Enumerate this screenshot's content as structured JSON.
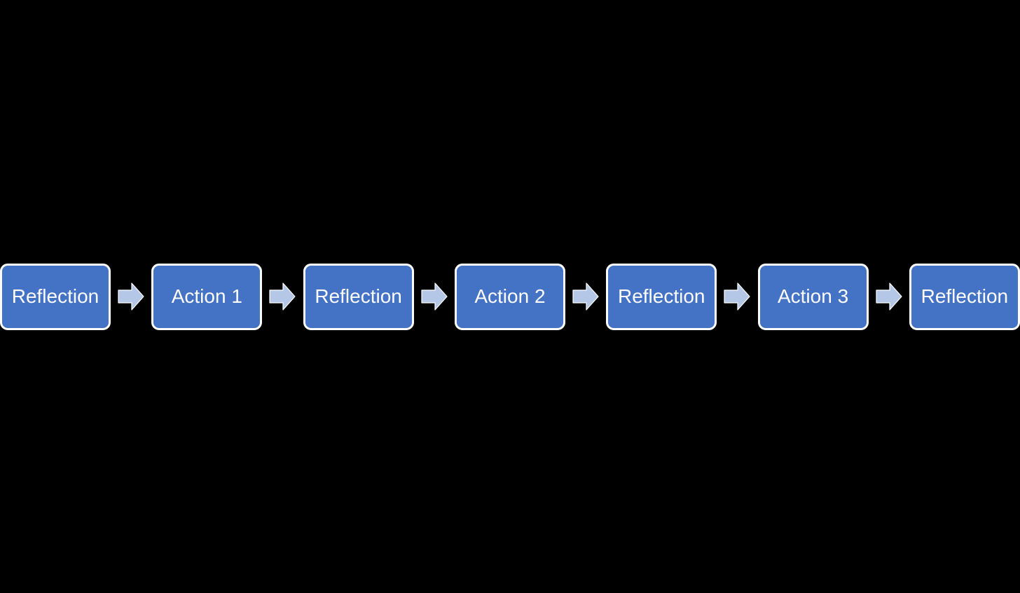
{
  "diagram": {
    "title": "reflection-action-flow",
    "background_color": "#000000",
    "node_fill_color": "#4472C4",
    "node_border_color": "#FFFFFF",
    "node_text_color": "#FFFFFF",
    "arrow_fill_color": "#B4C7E7",
    "arrow_outline_color": "#FFFFFF",
    "steps": [
      {
        "label": "Reflection"
      },
      {
        "label": "Action 1"
      },
      {
        "label": "Reflection"
      },
      {
        "label": "Action 2"
      },
      {
        "label": "Reflection"
      },
      {
        "label": "Action 3"
      },
      {
        "label": "Reflection"
      }
    ]
  }
}
